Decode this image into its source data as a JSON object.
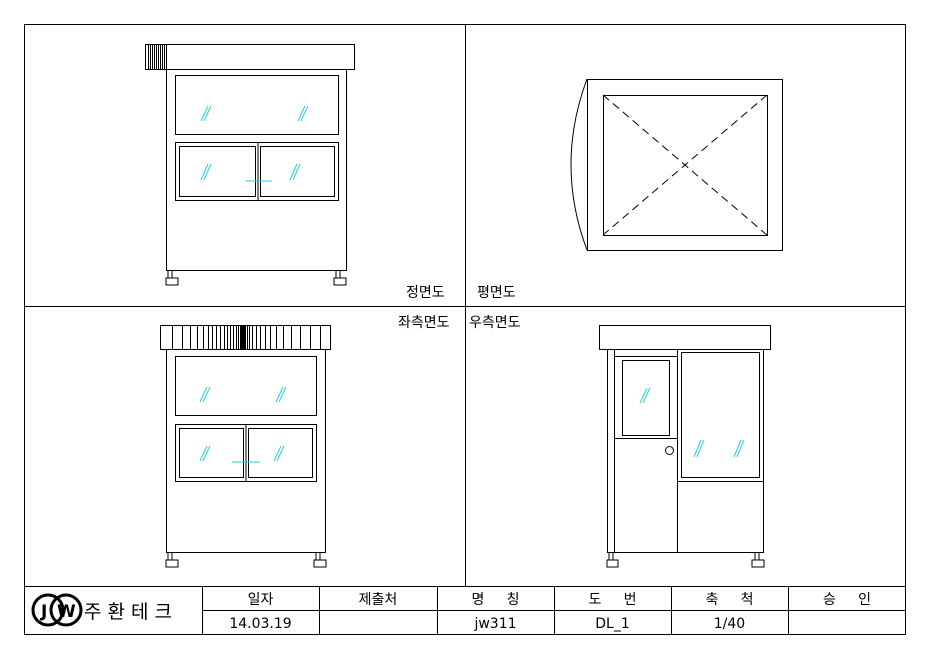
{
  "views": {
    "front": "정면도",
    "plan": "평면도",
    "left_side": "좌측면도",
    "right_side": "우측면도"
  },
  "title_block": {
    "company_logo": "JW",
    "company": "주 환 테 크",
    "headers": [
      "일자",
      "제출처",
      "명     칭",
      "도     번",
      "축     척",
      "승     인"
    ],
    "values": [
      "14.03.19",
      "",
      "jw311",
      "DL_1",
      "1/40",
      ""
    ]
  },
  "colors": {
    "line": "#000000",
    "glass": "#22d3e0"
  }
}
